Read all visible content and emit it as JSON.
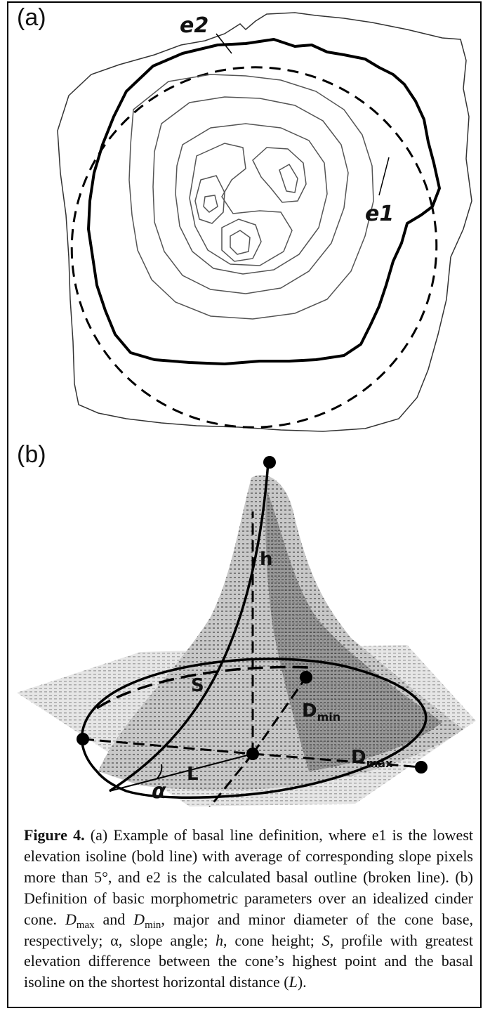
{
  "panel_a": {
    "tag": "(a)",
    "labels": {
      "e2": "e2",
      "e1": "e1"
    }
  },
  "panel_b": {
    "tag": "(b)",
    "labels": {
      "h": "h",
      "s": "S",
      "dmin_main": "D",
      "dmin_sub": "min",
      "dmax_main": "D",
      "dmax_sub": "max",
      "l": "L",
      "alpha": "α"
    }
  },
  "caption": {
    "fig_label": "Figure 4.",
    "t1": " (a) Example of basal line definition, where e1 is the lowest elevation isoline (bold line) with average of corresponding slope pixels more than 5°, and e2 is the calculated basal outline (broken line). (b) Definition of basic morphometric parameters over an idealized cinder cone. ",
    "dmax_main": "D",
    "dmax_sub": "max",
    "t2": " and ",
    "dmin_main": "D",
    "dmin_sub": "min",
    "t3": ", major and minor diameter of the cone base, respectively; α, slope angle; ",
    "h": "h",
    "t4": ", cone height; ",
    "s": "S",
    "t5": ", profile with greatest elevation difference between the cone’s highest point and the basal isoline on the shortest horizontal distance (",
    "l": "L",
    "t6": ")."
  }
}
